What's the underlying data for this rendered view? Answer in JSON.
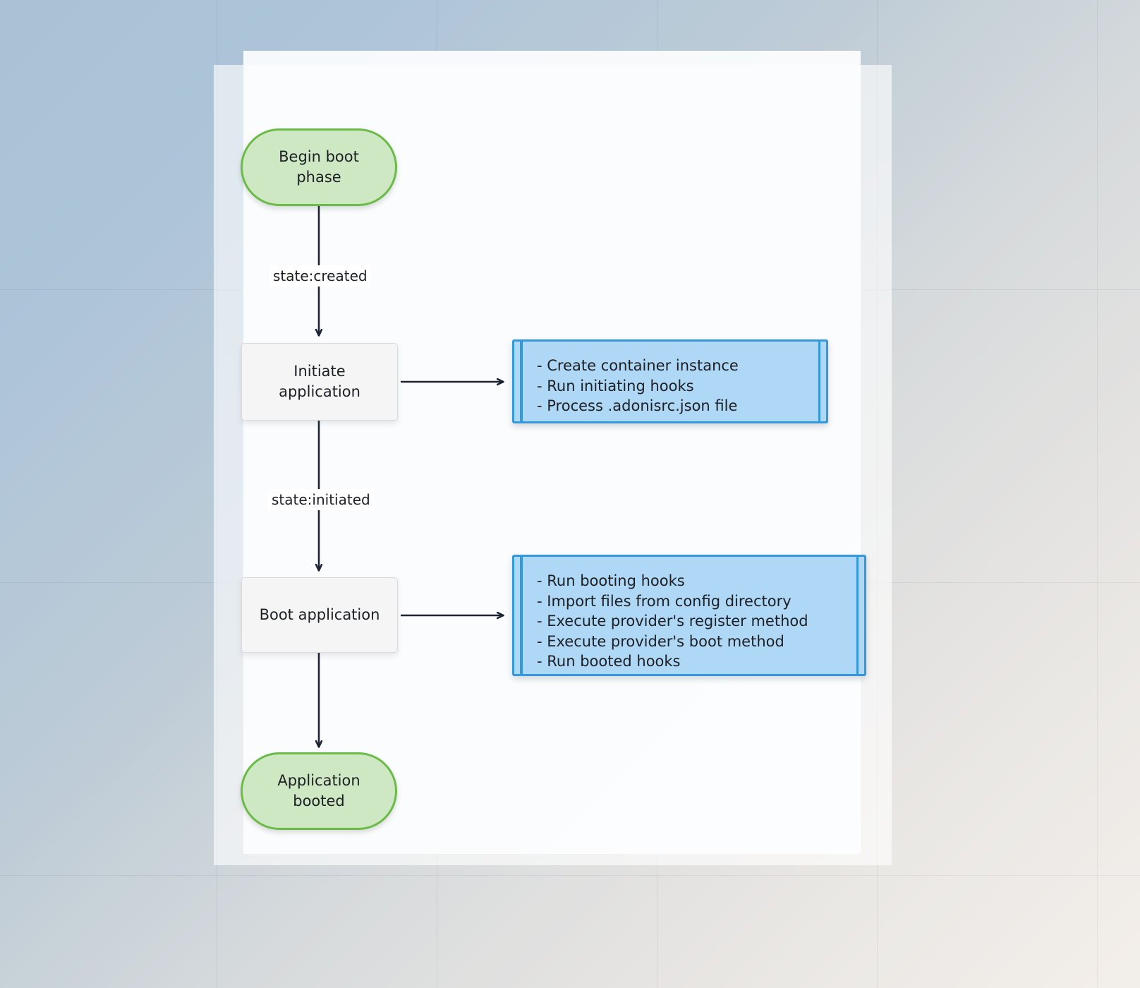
{
  "diagram": {
    "type": "flowchart",
    "title": "AdonisJS application boot phase flowchart",
    "colors": {
      "terminator_fill": "#cde8c2",
      "terminator_border": "#6cbb49",
      "process_fill": "#f5f5f5",
      "process_border": "#dadada",
      "note_fill": "#aed8f5",
      "note_border": "#3498db",
      "edge_color": "#1d2333",
      "text_color": "#1d1f24",
      "panel_fill": "#fcfdfe",
      "desktop_start": "#a9c2d6",
      "desktop_end": "#ece5de"
    },
    "nodes": [
      {
        "id": "begin-boot-phase",
        "shape": "terminator",
        "label": "Begin boot\nphase",
        "lines": [
          "Begin boot",
          "phase"
        ]
      },
      {
        "id": "initiate-application",
        "shape": "process",
        "label": "Initiate\napplication",
        "lines": [
          "Initiate",
          "application"
        ]
      },
      {
        "id": "boot-application",
        "shape": "process",
        "label": "Boot application",
        "lines": [
          "Boot application"
        ]
      },
      {
        "id": "application-booted",
        "shape": "terminator",
        "label": "Application\nbooted",
        "lines": [
          "Application",
          "booted"
        ]
      }
    ],
    "notes": [
      {
        "id": "initiate-application-note",
        "lines": [
          "- Create container instance",
          "- Run initiating hooks",
          "- Process .adonisrc.json file"
        ]
      },
      {
        "id": "boot-application-note",
        "lines": [
          "- Run booting hooks",
          "- Import files from config directory",
          "- Execute provider's register method",
          "- Execute provider's boot method",
          "- Run booted hooks"
        ]
      }
    ],
    "edges": [
      {
        "id": "edge-begin-to-initiate",
        "from": "begin-boot-phase",
        "to": "initiate-application",
        "label": "state:created"
      },
      {
        "id": "edge-initiate-to-note",
        "from": "initiate-application",
        "to": "initiate-application-note",
        "label": ""
      },
      {
        "id": "edge-initiate-to-boot",
        "from": "initiate-application",
        "to": "boot-application",
        "label": "state:initiated"
      },
      {
        "id": "edge-boot-to-note",
        "from": "boot-application",
        "to": "boot-application-note",
        "label": ""
      },
      {
        "id": "edge-boot-to-booted",
        "from": "boot-application",
        "to": "application-booted",
        "label": ""
      }
    ]
  }
}
